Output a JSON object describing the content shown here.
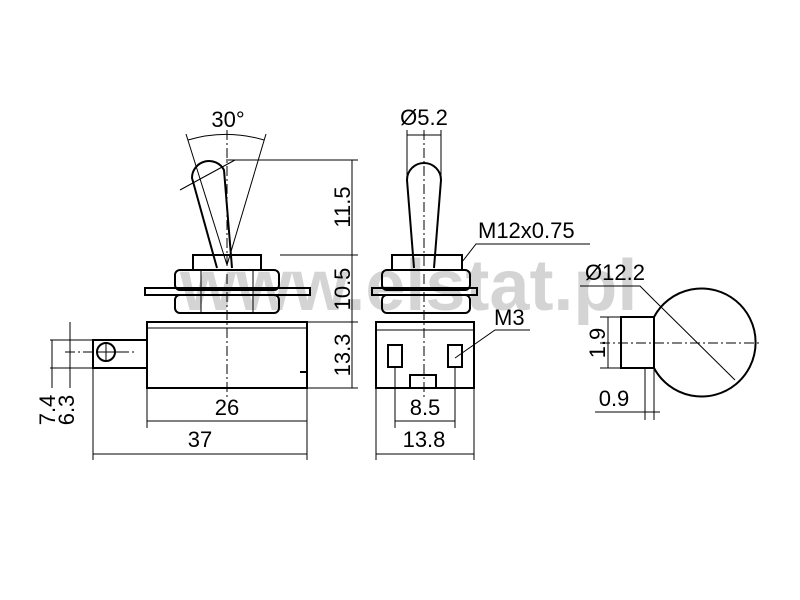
{
  "watermark": "www.elstat.pl",
  "front_view": {
    "angle": "30°",
    "lever_height": "11.5",
    "bushing_height": "10.5",
    "body_height": "13.3",
    "terminal_offset_a": "7.4",
    "terminal_offset_b": "6.3",
    "body_width": "26",
    "overall_width": "37"
  },
  "side_view": {
    "lever_diameter": "Ø5.2",
    "thread": "M12x0.75",
    "screw": "M3",
    "terminal_spacing": "8.5",
    "body_depth": "13.8"
  },
  "plate_view": {
    "diameter": "Ø12.2",
    "key_height": "1.9",
    "key_width": "0.9"
  }
}
